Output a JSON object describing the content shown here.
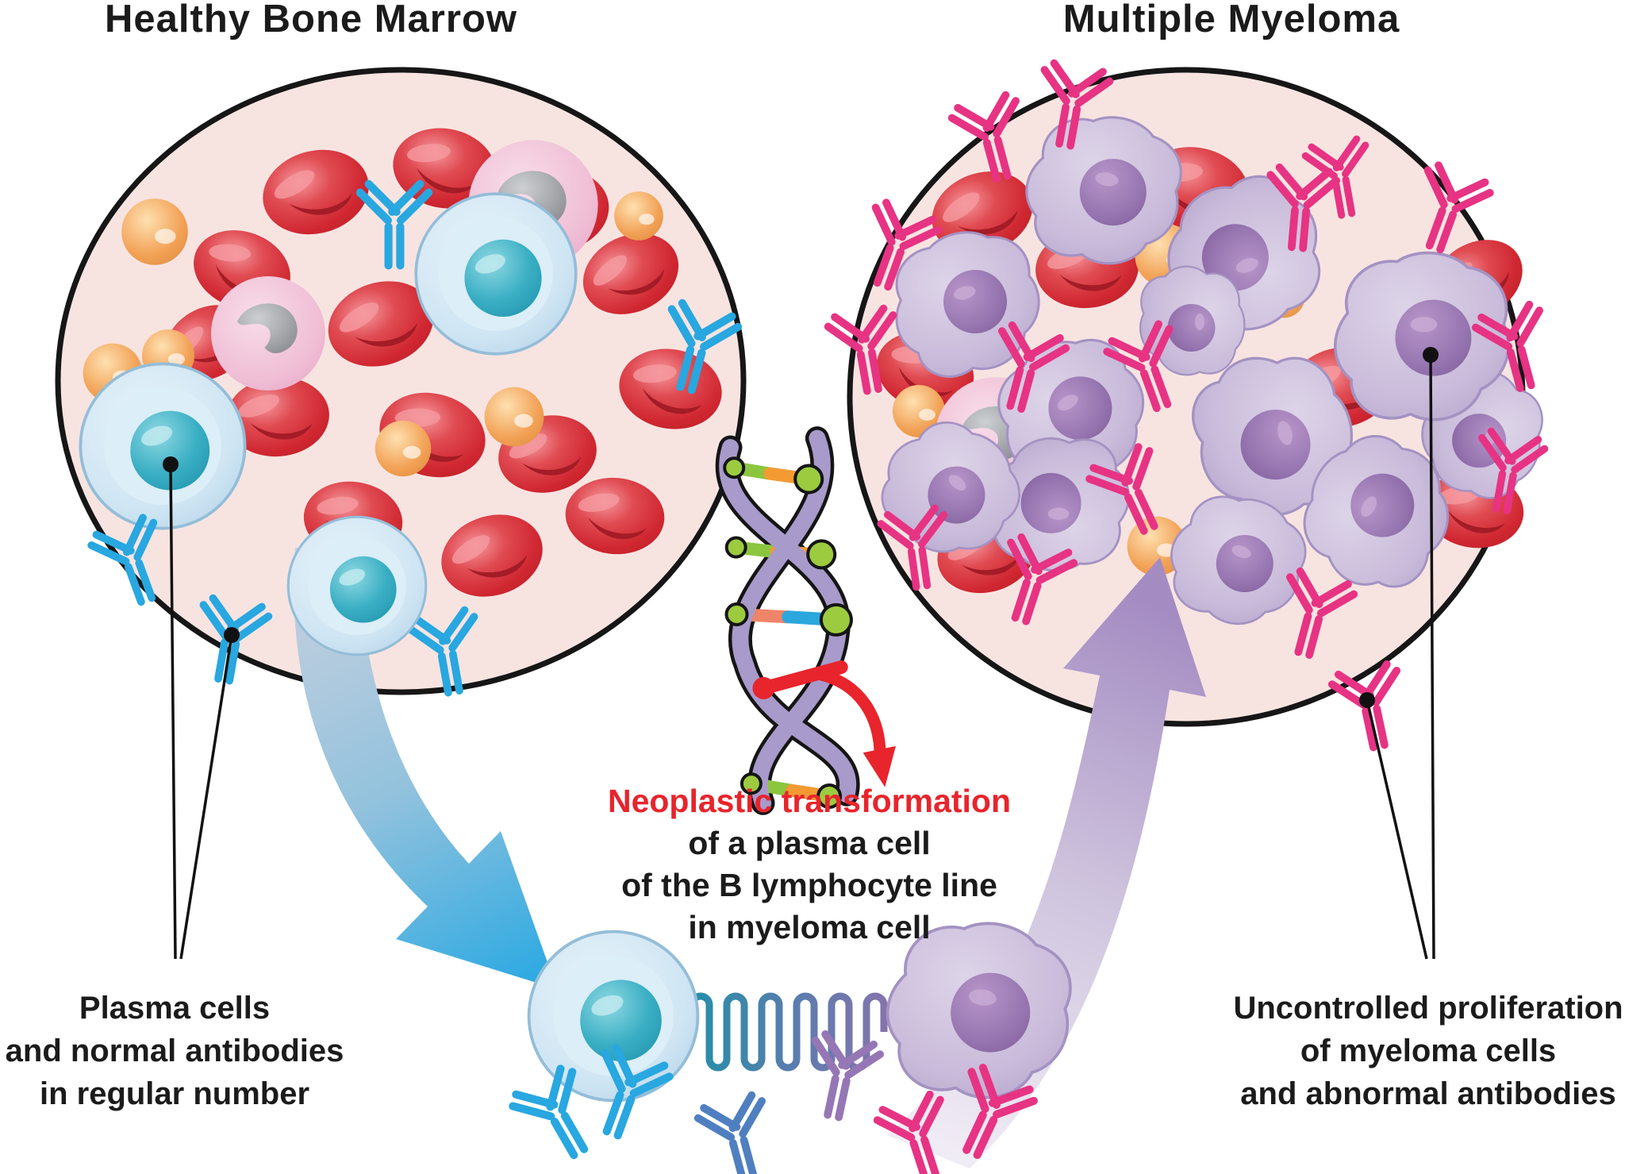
{
  "figure": {
    "left_panel": {
      "title": "Healthy Bone Marrow",
      "label": {
        "line1": "Plasma cells",
        "line2": "and normal antibodies",
        "line3": "in regular number"
      }
    },
    "right_panel": {
      "title": "Multiple Myeloma",
      "label": {
        "line1": "Uncontrolled proliferation",
        "line2": "of myeloma cells",
        "line3": "and abnormal antibodies"
      }
    },
    "center_caption": {
      "highlight": "Neoplastic transformation",
      "line2": "of a plasma cell",
      "line3": "of the B lymphocyte line",
      "line4": "in myeloma cell"
    }
  },
  "colors": {
    "marrow_background": "#f7e4e1",
    "outline": "#161616",
    "red_blood_cell": "#d42a33",
    "plasma_cell_body": "#c9e2f2",
    "plasma_cell_nucleus": "#27a4bd",
    "myeloma_cell_body": "#c8bad8",
    "myeloma_cell_nucleus": "#8f6fa8",
    "normal_antibody": "#28a7e0",
    "abnormal_antibody": "#e73383",
    "orange_cell": "#f2a155",
    "neutrophil_body": "#eeb3cf",
    "highlight_text": "#e8242c",
    "blue_arrow_tip": "#2ba9e2",
    "purple_arrow": "#a48cc2",
    "dna_strand": "#a89aca",
    "dna_node_green": "#9ccb3f"
  }
}
